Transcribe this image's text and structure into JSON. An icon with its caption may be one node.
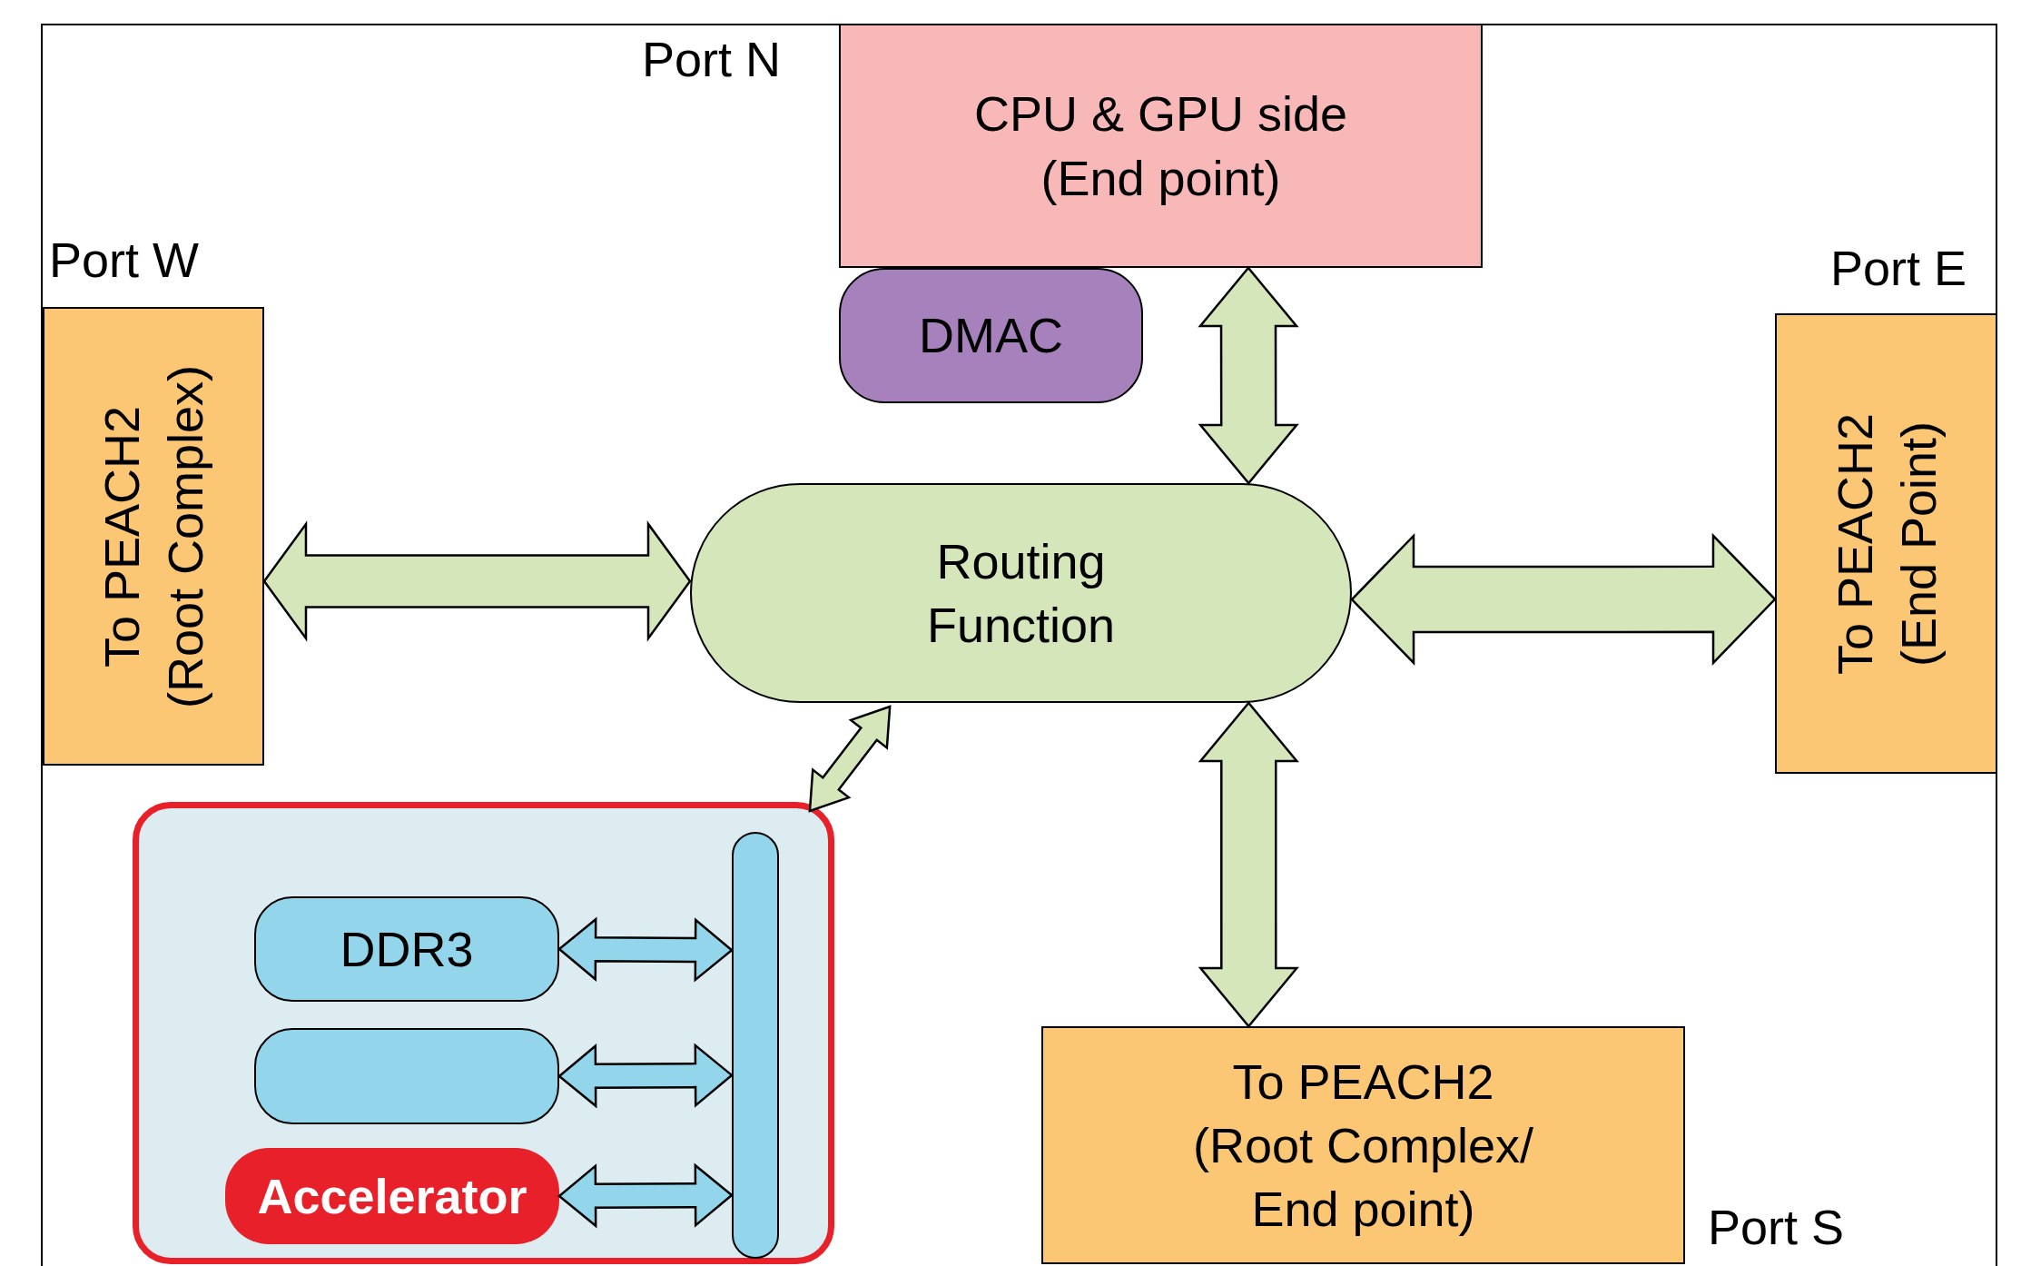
{
  "diagram": {
    "nodes": [
      {
        "text": [
          "CPU & GPU side (End point)"
        ],
        "beside": [
          "Port N"
        ]
      },
      {
        "text": [
          "DMAC"
        ]
      },
      {
        "text": [
          "To PEACH2 (Root Complex)"
        ],
        "beside": [
          "Port W"
        ]
      },
      {
        "text": [
          "To PEACH2 (End Point)"
        ],
        "beside": [
          "Port E"
        ]
      },
      {
        "text": [
          "Routing Function"
        ]
      },
      {
        "text": [
          "To PEACH2 (Root Complex/ End point)"
        ],
        "beside": [
          "Port S"
        ]
      },
      {
        "text": [],
        "shape": "box"
      },
      {
        "text": [
          "DDR3"
        ],
        "in": 6
      },
      {
        "text": [],
        "shape": "box",
        "in": 6
      },
      {
        "text": [
          "Accelerator"
        ],
        "in": 6
      },
      {
        "text": [],
        "shape": "bar",
        "in": 6
      }
    ],
    "edges": [
      {
        "from": 2,
        "to": 4,
        "arrow": "both"
      },
      {
        "from": 0,
        "to": 4,
        "arrow": "both"
      },
      {
        "from": 4,
        "to": 3,
        "arrow": "both"
      },
      {
        "from": 4,
        "to": 5,
        "arrow": "both"
      },
      {
        "from": 4,
        "to": 6,
        "arrow": "both"
      },
      {
        "from": 7,
        "to": 10,
        "arrow": "both",
        "color": "#93d5ea"
      },
      {
        "from": 8,
        "to": 10,
        "arrow": "both",
        "color": "#93d5ea"
      },
      {
        "from": 9,
        "to": 10,
        "arrow": "both",
        "color": "#93d5ea"
      }
    ]
  }
}
